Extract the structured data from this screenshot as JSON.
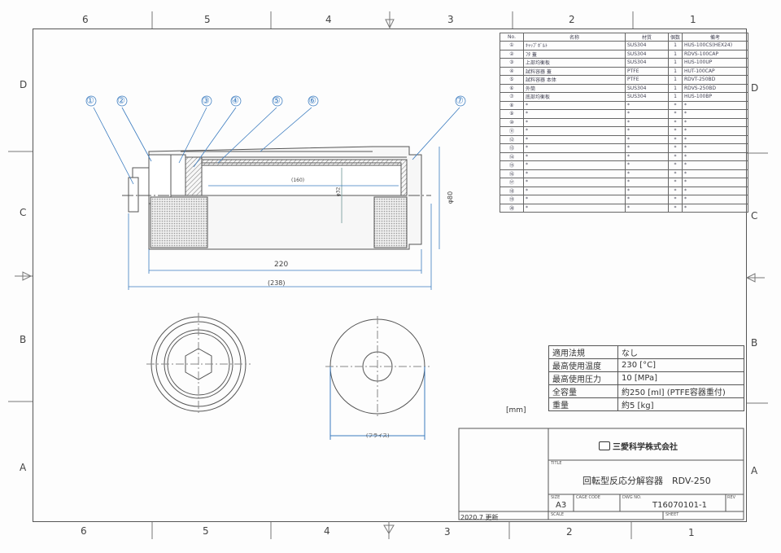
{
  "zones": {
    "columns": [
      "6",
      "5",
      "4",
      "3",
      "2",
      "1"
    ],
    "rows": [
      "D",
      "C",
      "B",
      "A"
    ]
  },
  "balloons": [
    "①",
    "②",
    "③",
    "④",
    "⑤",
    "⑥",
    "⑦"
  ],
  "dimensions": {
    "length": "220",
    "overall": "(238)",
    "inner_length": "(160)",
    "inner_dia": "φ32",
    "outer_dia": "φ80",
    "end_view": "(フライス)"
  },
  "parts_list": {
    "headers": [
      "No.",
      "名称",
      "材質",
      "個数",
      "備考"
    ],
    "rows": [
      [
        "①",
        "ｷｬｯﾌﾟﾎﾞﾙﾄ",
        "SUS304",
        "1",
        "HUS-100CS(HEX24)"
      ],
      [
        "②",
        "ﾌﾀ 蓋",
        "SUS304",
        "1",
        "RDVS-100CAP"
      ],
      [
        "③",
        "上部均衡板",
        "SUS304",
        "1",
        "HUS-100UP"
      ],
      [
        "④",
        "試料容器 蓋",
        "PTFE",
        "1",
        "HUT-100CAP"
      ],
      [
        "⑤",
        "試料容器 本体",
        "PTFE",
        "1",
        "RDVT-250BD"
      ],
      [
        "⑥",
        "外筒",
        "SUS304",
        "1",
        "RDVS-250BD"
      ],
      [
        "⑦",
        "底部均衡板",
        "SUS304",
        "1",
        "HUS-100BP"
      ],
      [
        "⑧",
        "*",
        "*",
        "*",
        "*"
      ],
      [
        "⑨",
        "*",
        "*",
        "*",
        "*"
      ],
      [
        "⑩",
        "*",
        "*",
        "*",
        "*"
      ],
      [
        "⑪",
        "*",
        "*",
        "*",
        "*"
      ],
      [
        "⑫",
        "*",
        "*",
        "*",
        "*"
      ],
      [
        "⑬",
        "*",
        "*",
        "*",
        "*"
      ],
      [
        "⑭",
        "*",
        "*",
        "*",
        "*"
      ],
      [
        "⑮",
        "*",
        "*",
        "*",
        "*"
      ],
      [
        "⑯",
        "*",
        "*",
        "*",
        "*"
      ],
      [
        "⑰",
        "*",
        "*",
        "*",
        "*"
      ],
      [
        "⑱",
        "*",
        "*",
        "*",
        "*"
      ],
      [
        "⑲",
        "*",
        "*",
        "*",
        "*"
      ],
      [
        "⑳",
        "*",
        "*",
        "*",
        "*"
      ]
    ]
  },
  "spec": [
    {
      "label": "適用法規",
      "value": "なし"
    },
    {
      "label": "最高使用温度",
      "value": "230 [°C]"
    },
    {
      "label": "最高使用圧力",
      "value": "10 [MPa]"
    },
    {
      "label": "全容量",
      "value": "約250 [ml] (PTFE容器重付)"
    },
    {
      "label": "重量",
      "value": "約5 [kg]"
    }
  ],
  "unit_label": "[mm]",
  "title_block": {
    "company": "三愛科学株式会社",
    "title_label": "TITLE",
    "title": "回転型反応分解容器　RDV-250",
    "size_label": "SIZE",
    "size": "A3",
    "cage_label": "CAGE CODE",
    "dwg_label": "DWG NO.",
    "dwg_no": "T16070101-1",
    "rev_label": "REV",
    "scale_label": "SCALE",
    "sheet_label": "SHEET",
    "revision_note": "2020.7 更新"
  }
}
